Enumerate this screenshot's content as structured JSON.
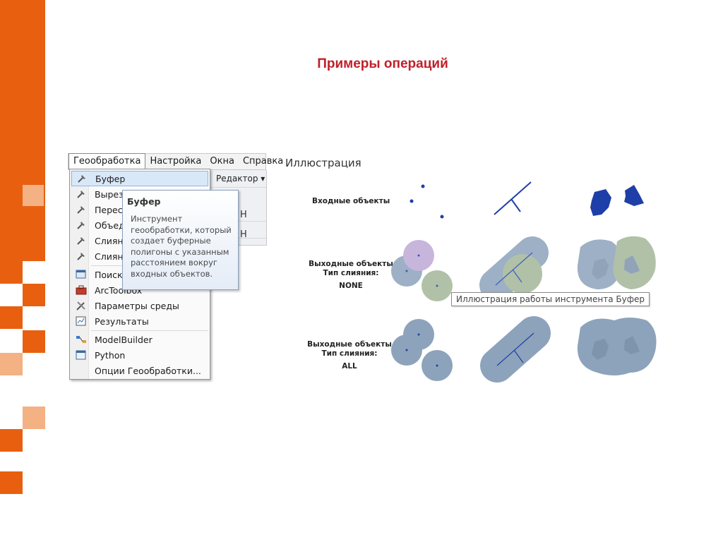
{
  "slide": {
    "title": "Примеры операций"
  },
  "menubar": {
    "items": [
      "Геообработка",
      "Настройка",
      "Окна",
      "Справка"
    ]
  },
  "toolbar": {
    "editor": "Редактор ▾",
    "frag1": "Н",
    "frag2": "Н"
  },
  "dropdown": {
    "items": [
      {
        "label": "Буфер",
        "icon": "hammer-icon"
      },
      {
        "label": "Выреза",
        "icon": "hammer-icon"
      },
      {
        "label": "Пересе",
        "icon": "hammer-icon"
      },
      {
        "label": "Объеди",
        "icon": "hammer-icon"
      },
      {
        "label": "Слияни",
        "icon": "hammer-icon"
      },
      {
        "label": "Слияни",
        "icon": "hammer-icon"
      },
      {
        "label": "Поиск и",
        "icon": "search-window-icon"
      },
      {
        "label": "ArcToolbox",
        "icon": "toolbox-icon"
      },
      {
        "label": "Параметры среды",
        "icon": "tools-icon"
      },
      {
        "label": "Результаты",
        "icon": "results-icon"
      },
      {
        "label": "ModelBuilder",
        "icon": "modelbuilder-icon"
      },
      {
        "label": "Python",
        "icon": "python-icon"
      },
      {
        "label": "Опции Геообработки...",
        "icon": ""
      }
    ]
  },
  "tooltip": {
    "title": "Буфер",
    "body": "Инструмент геообработки, который создает буферные полигоны с указанным расстоянием вокруг входных объектов."
  },
  "illustration": {
    "title": "Иллюстрация",
    "row1": "Входные объекты",
    "row2_l1": "Выходные объекты",
    "row2_l2": "Тип слияния:",
    "row2_l3": "NONE",
    "row3_l1": "Выходные объекты",
    "row3_l2": "Тип слияния:",
    "row3_l3": "ALL",
    "hint": "Иллюстрация работы инструмента Буфер",
    "colors": {
      "buffer": "#8da3bb",
      "buffer_green": "#a3b79a",
      "buffer_purple": "#bfa9d6",
      "input": "#1f3fa8"
    }
  }
}
